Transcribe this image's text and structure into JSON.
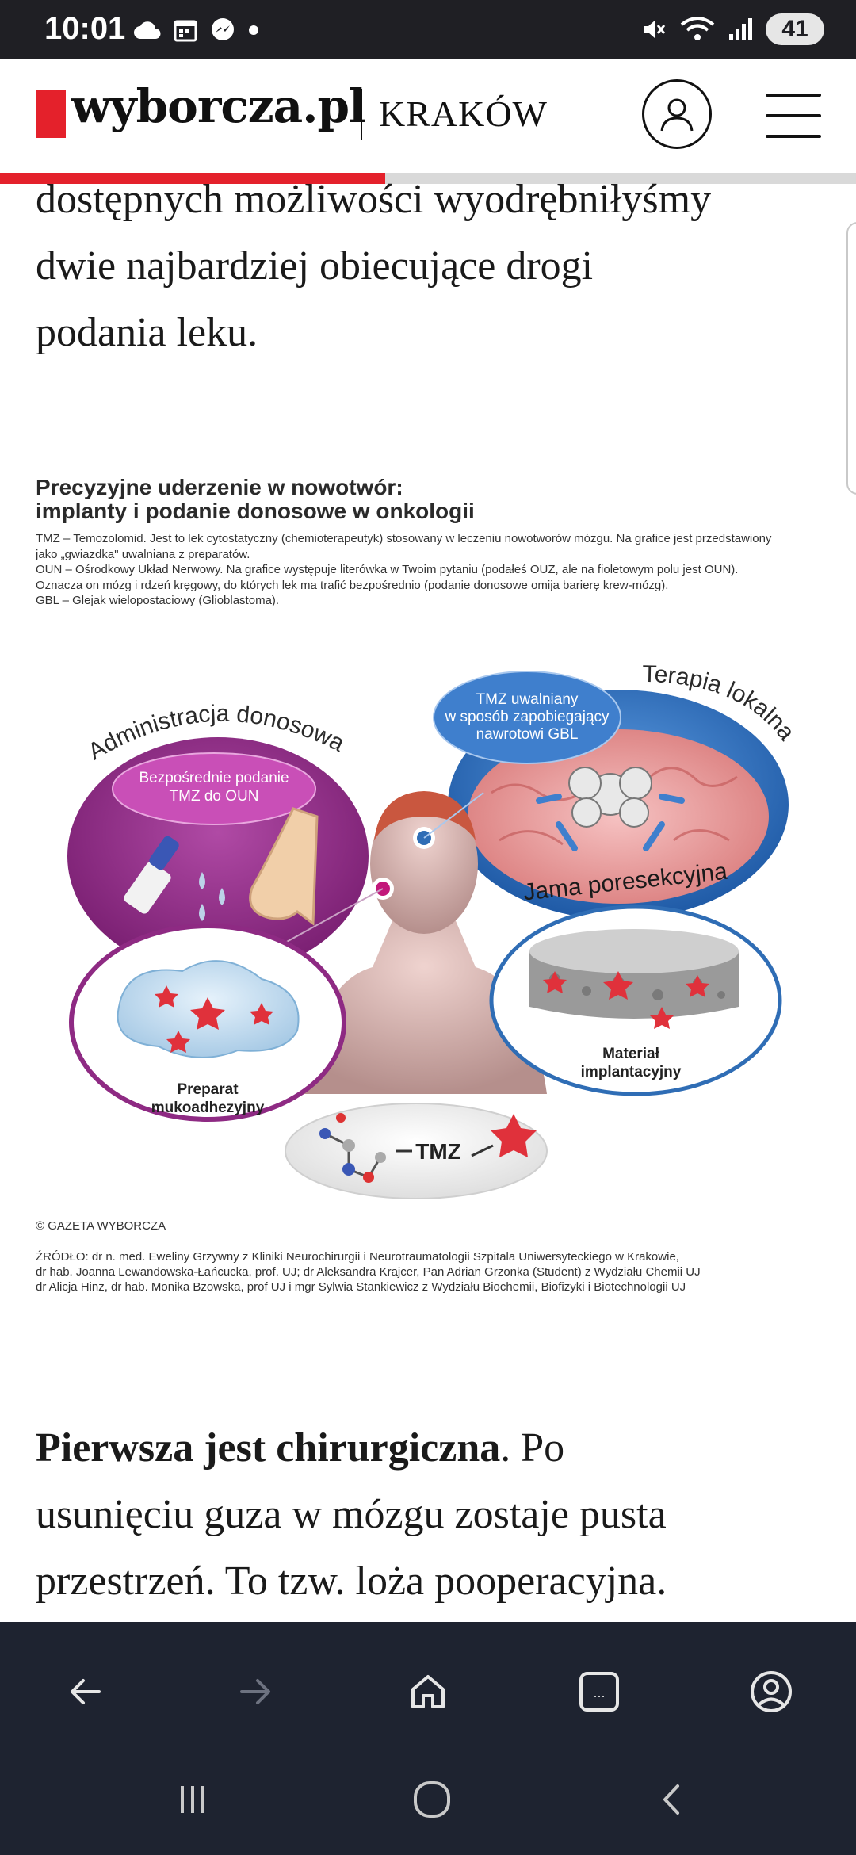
{
  "status_bar": {
    "time": "10:01",
    "battery": "41",
    "icons": [
      "cloud-icon",
      "calendar-icon",
      "messenger-icon",
      "dot-icon",
      "mute-icon",
      "wifi-icon",
      "signal-icon"
    ]
  },
  "header": {
    "logo": "wyborcza.pl",
    "city": "KRAKÓW",
    "brand_color": "#e4212b"
  },
  "reading_progress": 0.45,
  "article": {
    "lines_top": [
      "dostępnych możliwości wyodrębniłyśmy",
      "dwie najbardziej obiecujące drogi",
      "podania leku."
    ],
    "para2_bold": "Pierwsza jest chirurgiczna",
    "para2_rest": ". Po",
    "para2_lines": [
      "usunięciu guza w mózgu zostaje pusta",
      "przestrzeń. To tzw. loża pooperacyjna."
    ]
  },
  "infographic": {
    "title_line1": "Precyzyjne uderzenie w nowotwór:",
    "title_line2": "implanty i podanie donosowe w onkologii",
    "desc_lines": [
      "TMZ – Temozolomid. Jest to lek cytostatyczny (chemioterapeutyk) stosowany w leczeniu nowotworów mózgu. Na grafice jest przedstawiony",
      "jako „gwiazdka\" uwalniana z preparatów.",
      "OUN – Ośrodkowy Układ Nerwowy. Na grafice występuje literówka w Twoim pytaniu (podałeś OUZ, ale na fioletowym polu jest OUN).",
      "Oznacza on mózg i rdzeń kręgowy, do których lek ma trafić bezpośrednio (podanie donosowe omija barierę krew-mózg).",
      "GBL – Glejak wielopostaciowy (Glioblastoma)."
    ],
    "left_arc_label": "Administracja donosowa",
    "left_pill": "Bezpośrednie podanie TMZ do OUN",
    "left_pill_line1": "Bezpośrednie podanie",
    "left_pill_line2": "TMZ do OUN",
    "right_arc_label": "Terapia lokalna",
    "right_pill_line1": "TMZ uwalniany",
    "right_pill_line2": "w sposób zapobiegający",
    "right_pill_line3": "nawrotowi GBL",
    "cavity_label": "Jama poresekcyjna",
    "mucoadhesive_line1": "Preparat",
    "mucoadhesive_line2": "mukoadhezyjny",
    "implant_line1": "Materiał",
    "implant_line2": "implantacyjny",
    "tmz_label": "TMZ",
    "credit": "© GAZETA WYBORCZA",
    "source_lines": [
      "ŹRÓDŁO: dr n. med. Eweliny Grzywny z Kliniki Neurochirurgii i Neurotraumatologii Szpitala Uniwersyteckiego w Krakowie,",
      "dr hab. Joanna Lewandowska-Łańcucka, prof. UJ;  dr Aleksandra Krajcer, Pan Adrian Grzonka (Student) z Wydziału Chemii UJ",
      "dr Alicja Hinz, dr hab. Monika Bzowska, prof UJ i mgr Sylwia Stankiewicz  z Wydziału Biochemii, Biofizyki i Biotechnologii  UJ"
    ],
    "colors": {
      "purple": "#8e2a83",
      "blue": "#2f6db5",
      "star_red": "#e0313b"
    }
  },
  "browser_toolbar": {
    "buttons": [
      "back-icon",
      "forward-icon",
      "home-icon",
      "tabs-icon",
      "account-icon"
    ],
    "tabs_label": "..."
  },
  "system_nav": {
    "buttons": [
      "recents-icon",
      "home-circle-icon",
      "back-chevron-icon"
    ]
  }
}
